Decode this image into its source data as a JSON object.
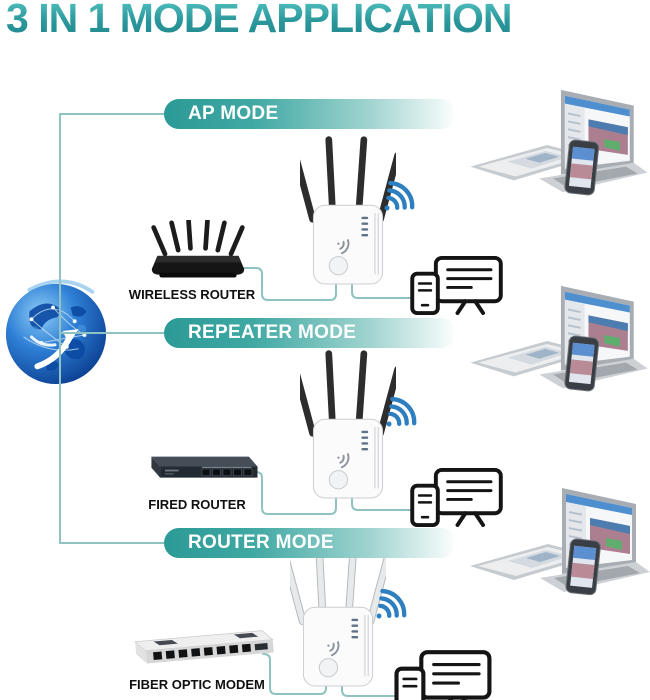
{
  "title": "3 IN 1 MODE APPLICATION",
  "colors": {
    "title_teal": "#2f9ea4",
    "banner_teal": "#35a39e",
    "connector_line": "#8fc2c0",
    "wifi_signal_blue": "#2e7fc0",
    "client_icon_line": "#141414"
  },
  "icons": {
    "globe": "globe-network-icon",
    "wifi": "wifi-signal-icon",
    "clients": "client-devices-icon",
    "extender": "wifi-extender-device",
    "photo_cluster": "laptop-tablet-phone-photo"
  },
  "sections": [
    {
      "label": "AP MODE",
      "source_label": "WIRELESS ROUTER"
    },
    {
      "label": "REPEATER MODE",
      "source_label": "FIRED ROUTER"
    },
    {
      "label": "ROUTER MODE",
      "source_label": "FIBER OPTIC MODEM"
    }
  ]
}
